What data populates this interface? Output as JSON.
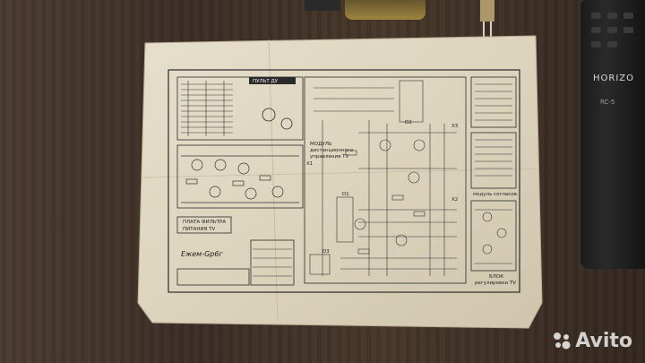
{
  "photo": {
    "subject": "",
    "remote_brand": "HORIZO",
    "remote_model": "RC-5",
    "watermark": "Avito"
  },
  "schematic_labels": {
    "remote_panel": "ПУЛЬТ ДУ",
    "power_board": "ПЛАТА ФИЛЬТРА",
    "power_board_2": "ПИТАНИЯ  TV",
    "ir_module": "МОДУЛЬ",
    "ir_module_2": "дистанционного",
    "ir_module_3": "управления TV",
    "match_module": "модуль согласов.",
    "control_block": "БЛОК",
    "control_block_2": "регулировки TV",
    "x1": "X1",
    "x2": "X2",
    "x3": "X3",
    "d1": "D1",
    "d2": "D2",
    "d3": "D3",
    "signature": "Ежем-Gр6г"
  },
  "colors": {
    "table": "#3b2d25",
    "paper": "#e4dcc8",
    "ink": "#2a2a2a",
    "remote": "#1b1b1b"
  }
}
